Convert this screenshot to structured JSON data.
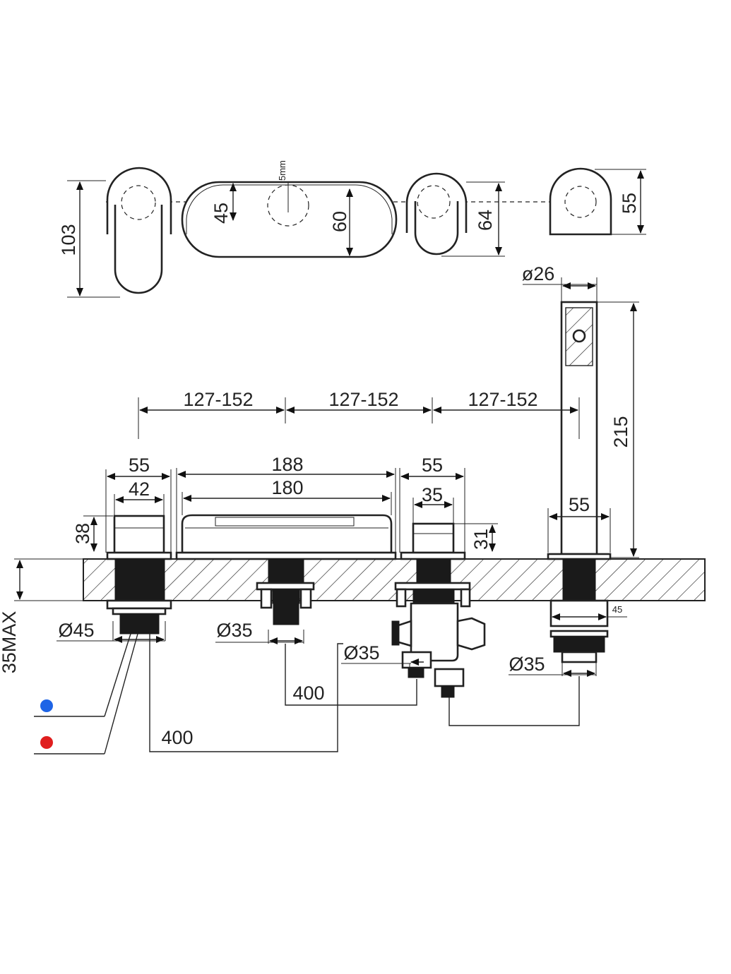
{
  "top_view": {
    "dim_103": "103",
    "dim_45": "45",
    "dim_5mm": "5mm",
    "dim_60": "60",
    "dim_64": "64",
    "dim_55": "55"
  },
  "handshower": {
    "dim_d26": "ø26",
    "dim_215": "215",
    "dim_55": "55",
    "dim_45": "45",
    "dim_d35": "Ø35"
  },
  "spacing": {
    "a": "127-152",
    "b": "127-152",
    "c": "127-152"
  },
  "left_handle": {
    "dim_55": "55",
    "dim_42": "42",
    "dim_38": "38",
    "dim_d45": "Ø45",
    "dim_35max": "35MAX"
  },
  "spout": {
    "dim_188": "188",
    "dim_180": "180",
    "dim_d35": "Ø35"
  },
  "right_handle": {
    "dim_55": "55",
    "dim_35": "35",
    "dim_31": "31",
    "dim_d35": "Ø35"
  },
  "hoses": {
    "len_a": "400",
    "len_b": "400"
  },
  "colors": {
    "cold": "#1e64e6",
    "hot": "#e01e1e"
  }
}
